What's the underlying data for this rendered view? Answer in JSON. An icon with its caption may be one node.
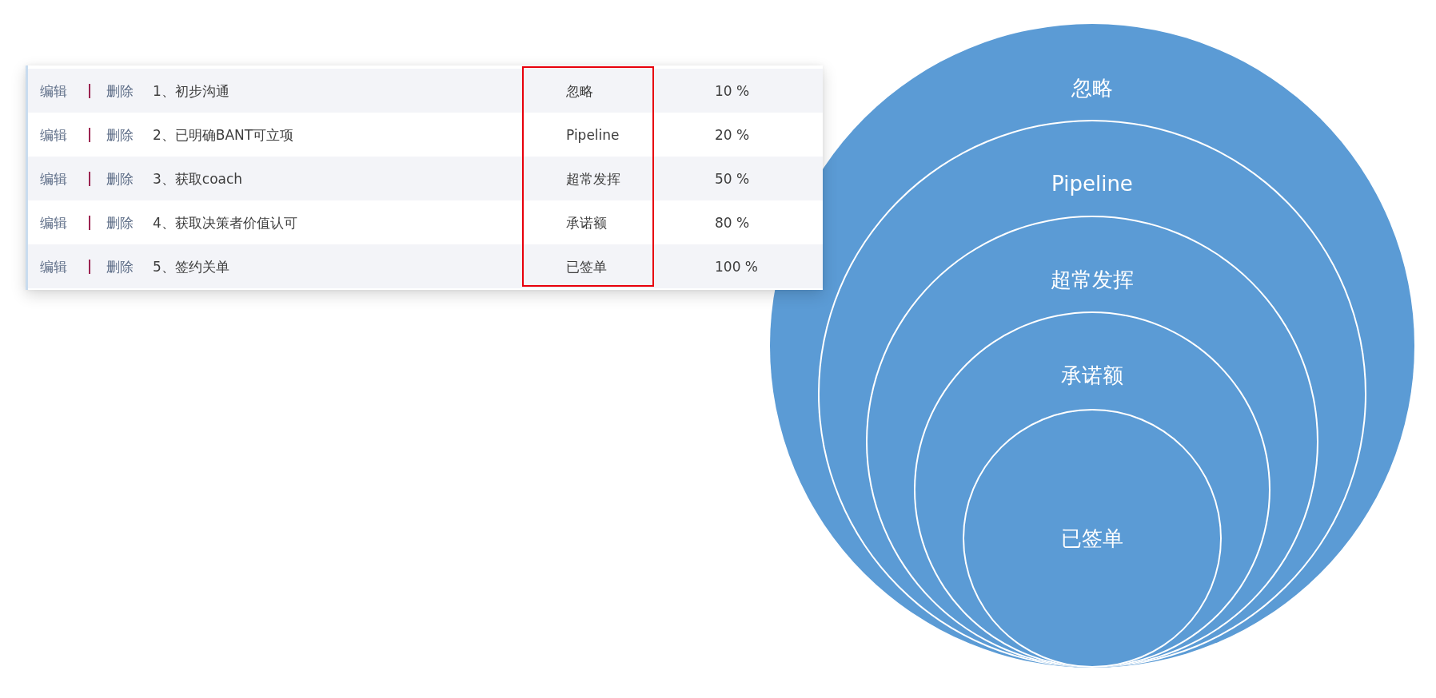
{
  "diagram": {
    "nodes": [
      {
        "text": [
          "忽略"
        ]
      },
      {
        "text": [
          "Pipeline"
        ],
        "in": 0
      },
      {
        "text": [
          "超常发挥"
        ],
        "in": 1
      },
      {
        "text": [
          "承诺额"
        ],
        "in": 2
      },
      {
        "text": [
          "已签单"
        ],
        "in": 3
      }
    ],
    "labels": [
      "编辑",
      "删除",
      "1、初步沟通",
      "忽略",
      "10 %",
      "编辑",
      "删除",
      "2、已明确BANT可立项",
      "Pipeline",
      "20 %",
      "编辑",
      "删除",
      "3、获取coach",
      "超常发挥",
      "50 %",
      "编辑",
      "删除",
      "4、获取决策者价值认可",
      "承诺额",
      "80 %",
      "编辑",
      "删除",
      "5、签约关单",
      "已签单",
      "100 %"
    ]
  }
}
